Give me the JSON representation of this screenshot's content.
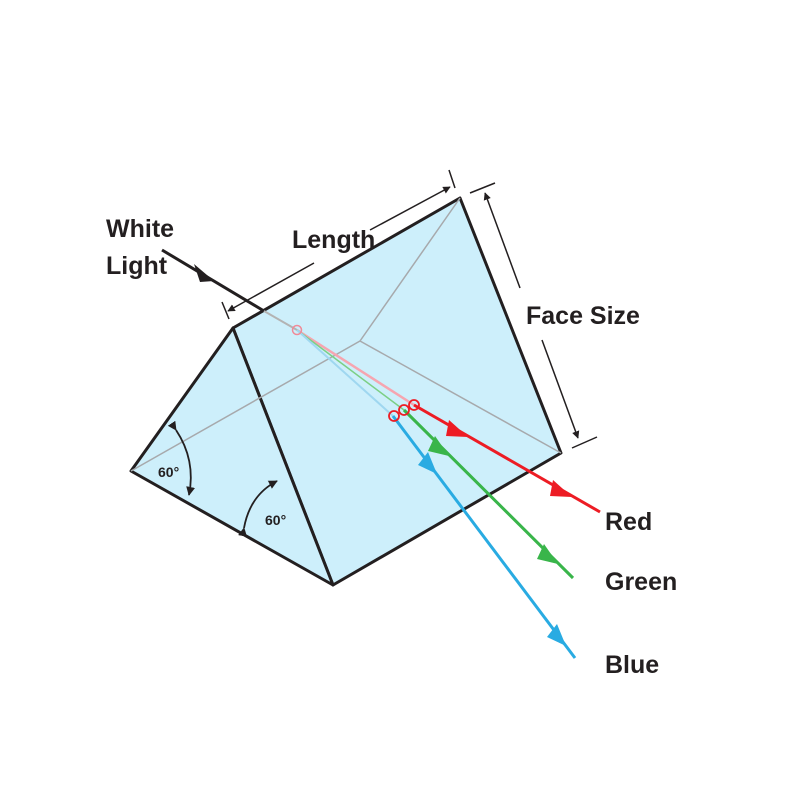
{
  "labels": {
    "white_light_line1": "White",
    "white_light_line2": "Light",
    "length": "Length",
    "face_size": "Face Size",
    "angle_1": "60°",
    "angle_2": "60°",
    "red": "Red",
    "green": "Green",
    "blue": "Blue"
  },
  "colors": {
    "prism_fill": "#cdeffb",
    "outline": "#231f20",
    "hidden_edge": "#a7a9ac",
    "red": "#ed1c24",
    "green": "#39b54a",
    "blue": "#29abe2",
    "marker": "#ed1c24"
  }
}
